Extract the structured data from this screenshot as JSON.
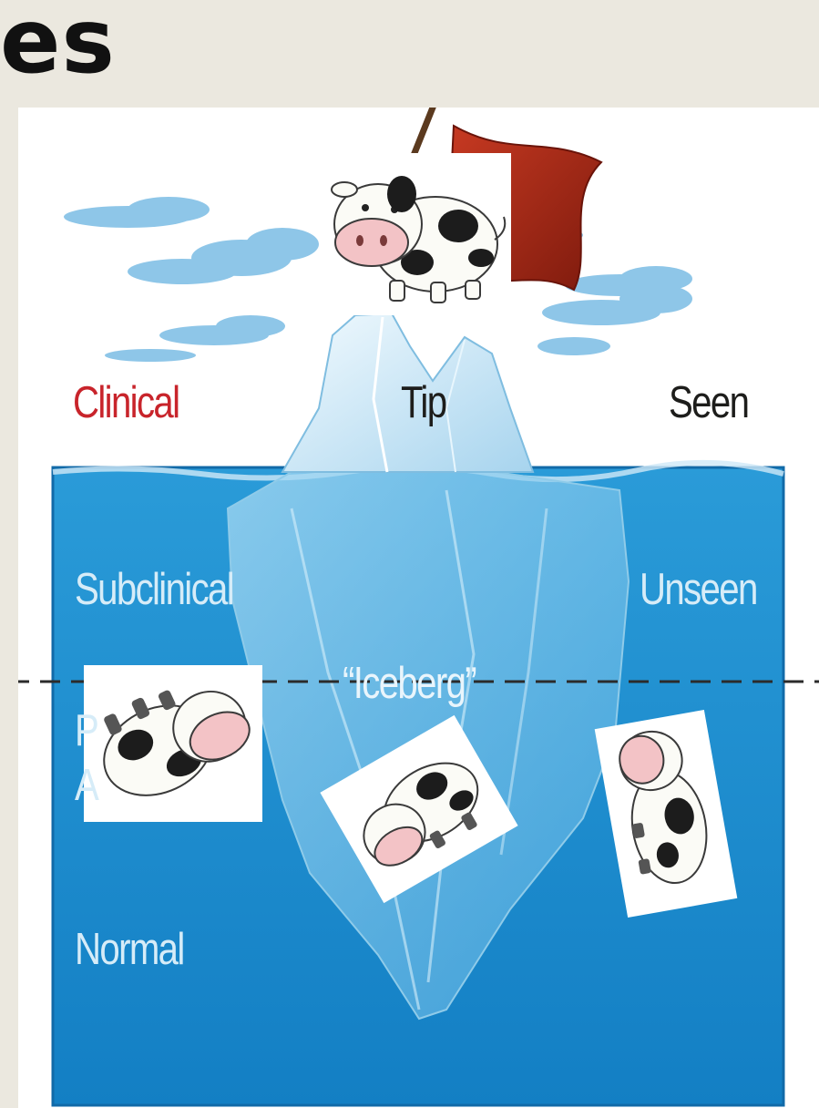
{
  "slide_title": "es",
  "diagram": {
    "above_water": {
      "left_label": "Clinical",
      "center_label": "Tip",
      "right_label": "Seen"
    },
    "below_water": {
      "left_label": "Subclinical",
      "right_label": "Unseen",
      "center_label": "“Iceberg”",
      "bottom_label": "Normal",
      "partial_label_1": "P",
      "partial_label_2": "A"
    }
  },
  "colors": {
    "background": "#ebe8df",
    "water": "#1e8fd0",
    "clinical_label": "#c8242b",
    "flag": "#a32616"
  },
  "icons": [
    "red-flag-icon",
    "cow-icon",
    "cloud-icon",
    "iceberg-illustration"
  ]
}
